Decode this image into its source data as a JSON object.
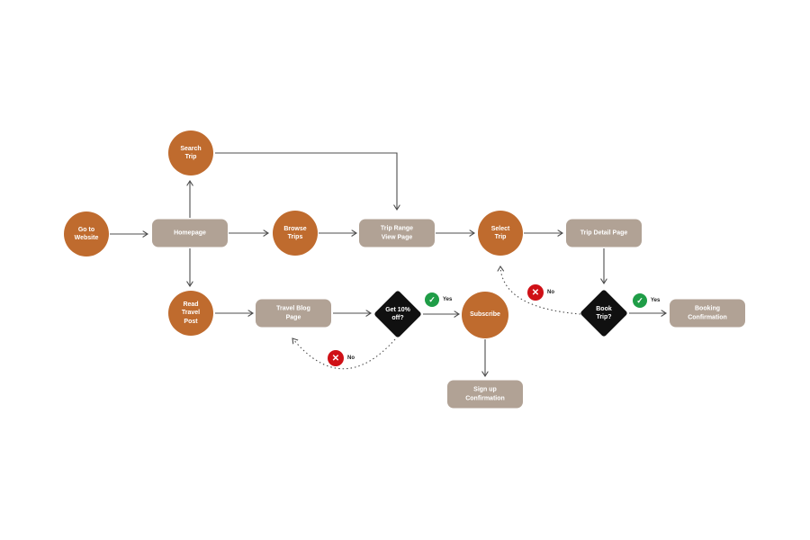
{
  "diagram": {
    "nodes": [
      {
        "id": "go-to-website",
        "type": "circle",
        "label": "Go to\nWebsite"
      },
      {
        "id": "homepage",
        "type": "rect",
        "label": "Homepage"
      },
      {
        "id": "search-trip",
        "type": "circle",
        "label": "Search\nTrip"
      },
      {
        "id": "browse-trips",
        "type": "circle",
        "label": "Browse\nTrips"
      },
      {
        "id": "trip-range-view-page",
        "type": "rect",
        "label": "Trip Range\nView Page"
      },
      {
        "id": "select-trip",
        "type": "circle",
        "label": "Select\nTrip"
      },
      {
        "id": "trip-detail-page",
        "type": "rect",
        "label": "Trip Detail Page"
      },
      {
        "id": "book-trip",
        "type": "diamond",
        "label": "Book\nTrip?"
      },
      {
        "id": "booking-confirmation",
        "type": "rect",
        "label": "Booking\nConfirmation"
      },
      {
        "id": "read-travel-post",
        "type": "circle",
        "label": "Read\nTravel\nPost"
      },
      {
        "id": "travel-blog-page",
        "type": "rect",
        "label": "Travel Blog\nPage"
      },
      {
        "id": "get-10-off",
        "type": "diamond",
        "label": "Get 10%\noff?"
      },
      {
        "id": "subscribe",
        "type": "circle",
        "label": "Subscribe"
      },
      {
        "id": "sign-up-confirmation",
        "type": "rect",
        "label": "Sign up\nConfirmation"
      }
    ],
    "badges": [
      {
        "id": "get-10-off-yes",
        "icon": "✓",
        "label": "Yes",
        "color": "#1f9d47"
      },
      {
        "id": "get-10-off-no",
        "icon": "✕",
        "label": "No",
        "color": "#cf1016"
      },
      {
        "id": "book-trip-yes",
        "icon": "✓",
        "label": "Yes",
        "color": "#1f9d47"
      },
      {
        "id": "book-trip-no",
        "icon": "✕",
        "label": "No",
        "color": "#cf1016"
      }
    ],
    "colors": {
      "action_circle": "#bf6b2e",
      "page_rect": "#b1a295",
      "decision_diamond": "#101010",
      "yes_badge": "#1f9d47",
      "no_badge": "#cf1016",
      "connector": "#4d4d4d",
      "background": "#ffffff"
    }
  }
}
